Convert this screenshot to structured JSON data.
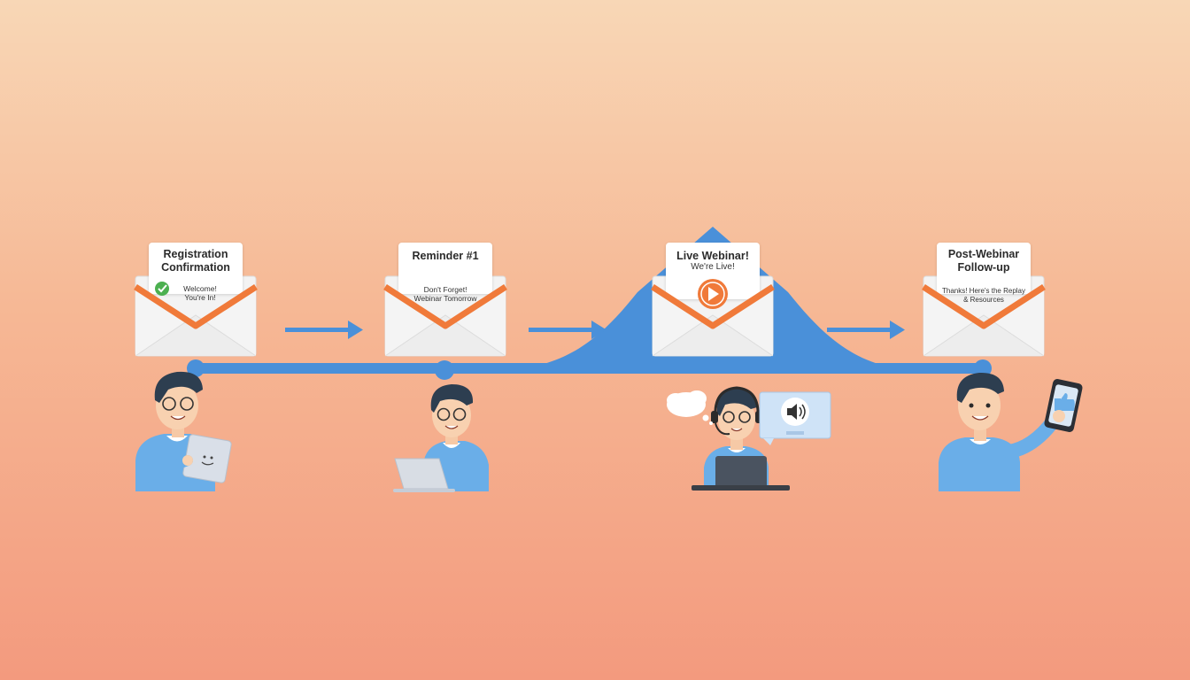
{
  "colors": {
    "accent": "#f07a3a",
    "timeline": "#4a90d9",
    "shirt": "#6aaee8",
    "hair": "#2d3e50",
    "envelope": "#f2f2f2"
  },
  "steps": [
    {
      "title": "Registration Confirmation",
      "body_line1": "Welcome!",
      "body_line2": "You're In!",
      "badge_icon": "check-icon",
      "person_device": "tablet-icon"
    },
    {
      "title": "Reminder #1",
      "body_line1": "Don't Forget!",
      "body_line2": "Webinar Tomorrow",
      "person_device": "laptop-icon"
    },
    {
      "title": "Live Webinar!",
      "body_line1": "We're Live!",
      "badge_icon": "play-icon",
      "person_device": "headset-icon",
      "extras": [
        "thought-bubble-icon",
        "speaker-icon"
      ]
    },
    {
      "title": "Post-Webinar Follow-up",
      "body_line1": "Thanks! Here's the Replay",
      "body_line2": "& Resources",
      "person_device": "smartphone-icon",
      "extras": [
        "thumbs-up-icon"
      ]
    }
  ]
}
